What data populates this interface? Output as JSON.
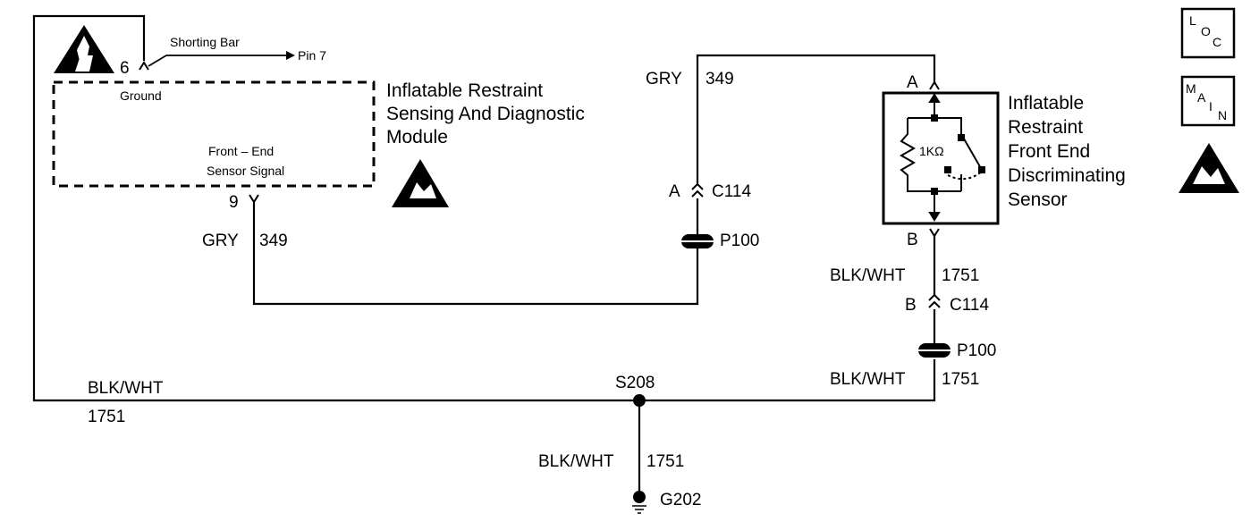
{
  "module": {
    "title_lines": [
      "Inflatable Restraint",
      "Sensing And Diagnostic",
      "Module"
    ],
    "pin6": "6",
    "pin9": "9",
    "ground_label": "Ground",
    "signal_label_lines": [
      "Front – End",
      "Sensor Signal"
    ],
    "shorting_bar": "Shorting Bar",
    "pin7": "Pin 7"
  },
  "sensor": {
    "title_lines": [
      "Inflatable",
      "Restraint",
      "Front End",
      "Discriminating",
      "Sensor"
    ],
    "pin_a": "A",
    "pin_b": "B",
    "resistor": "1KΩ"
  },
  "wires": {
    "module_gry_color": "GRY",
    "module_gry_circuit": "349",
    "sensor_gry_color": "GRY",
    "sensor_gry_circuit": "349",
    "sensor_blk_color": "BLK/WHT",
    "sensor_blk_circuit": "1751",
    "lower_blk_color": "BLK/WHT",
    "lower_blk_circuit": "1751",
    "left_blk_color": "BLK/WHT",
    "left_blk_circuit": "1751",
    "ground_blk_color": "BLK/WHT",
    "ground_blk_circuit": "1751"
  },
  "connectors": {
    "c114_left_pin": "A",
    "c114_left": "C114",
    "p100_left": "P100",
    "c114_right_pin": "B",
    "c114_right": "C114",
    "p100_right": "P100"
  },
  "splice": "S208",
  "ground": "G202",
  "legend": {
    "loc_letters": [
      "L",
      "O",
      "C"
    ],
    "main_letters": [
      "M",
      "A",
      "I",
      "N"
    ]
  }
}
